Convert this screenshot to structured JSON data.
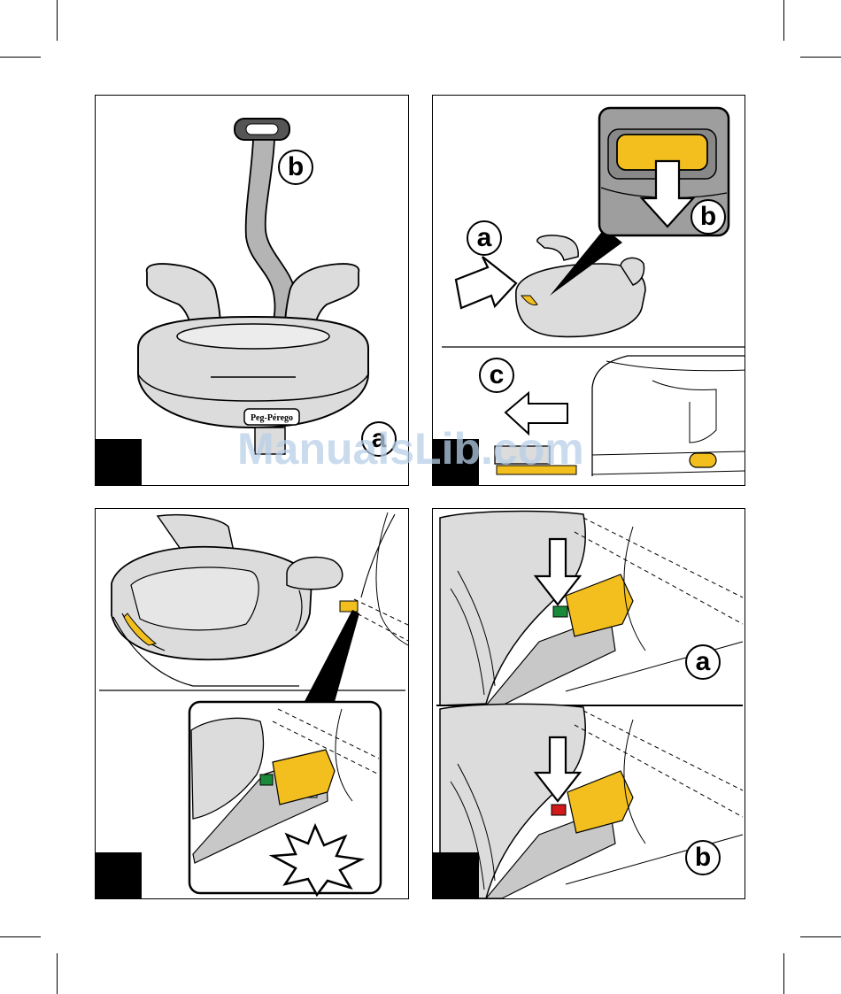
{
  "brand_label": "Peg-Pérego",
  "watermark": "ManualsLib.com",
  "panels": [
    {
      "callouts": [
        "b",
        "a"
      ]
    },
    {
      "callouts": [
        "a",
        "b",
        "c"
      ]
    },
    {
      "callouts": []
    },
    {
      "callouts": [
        "a",
        "b"
      ]
    }
  ],
  "colors": {
    "seat_grey": "#dcdcdc",
    "strap_grey": "#b4b4b4",
    "accent_yellow": "#f2bf1f",
    "indicator_green": "#1a8a3a",
    "indicator_red": "#d11a1a",
    "watermark_blue": "#b8cfe8"
  }
}
